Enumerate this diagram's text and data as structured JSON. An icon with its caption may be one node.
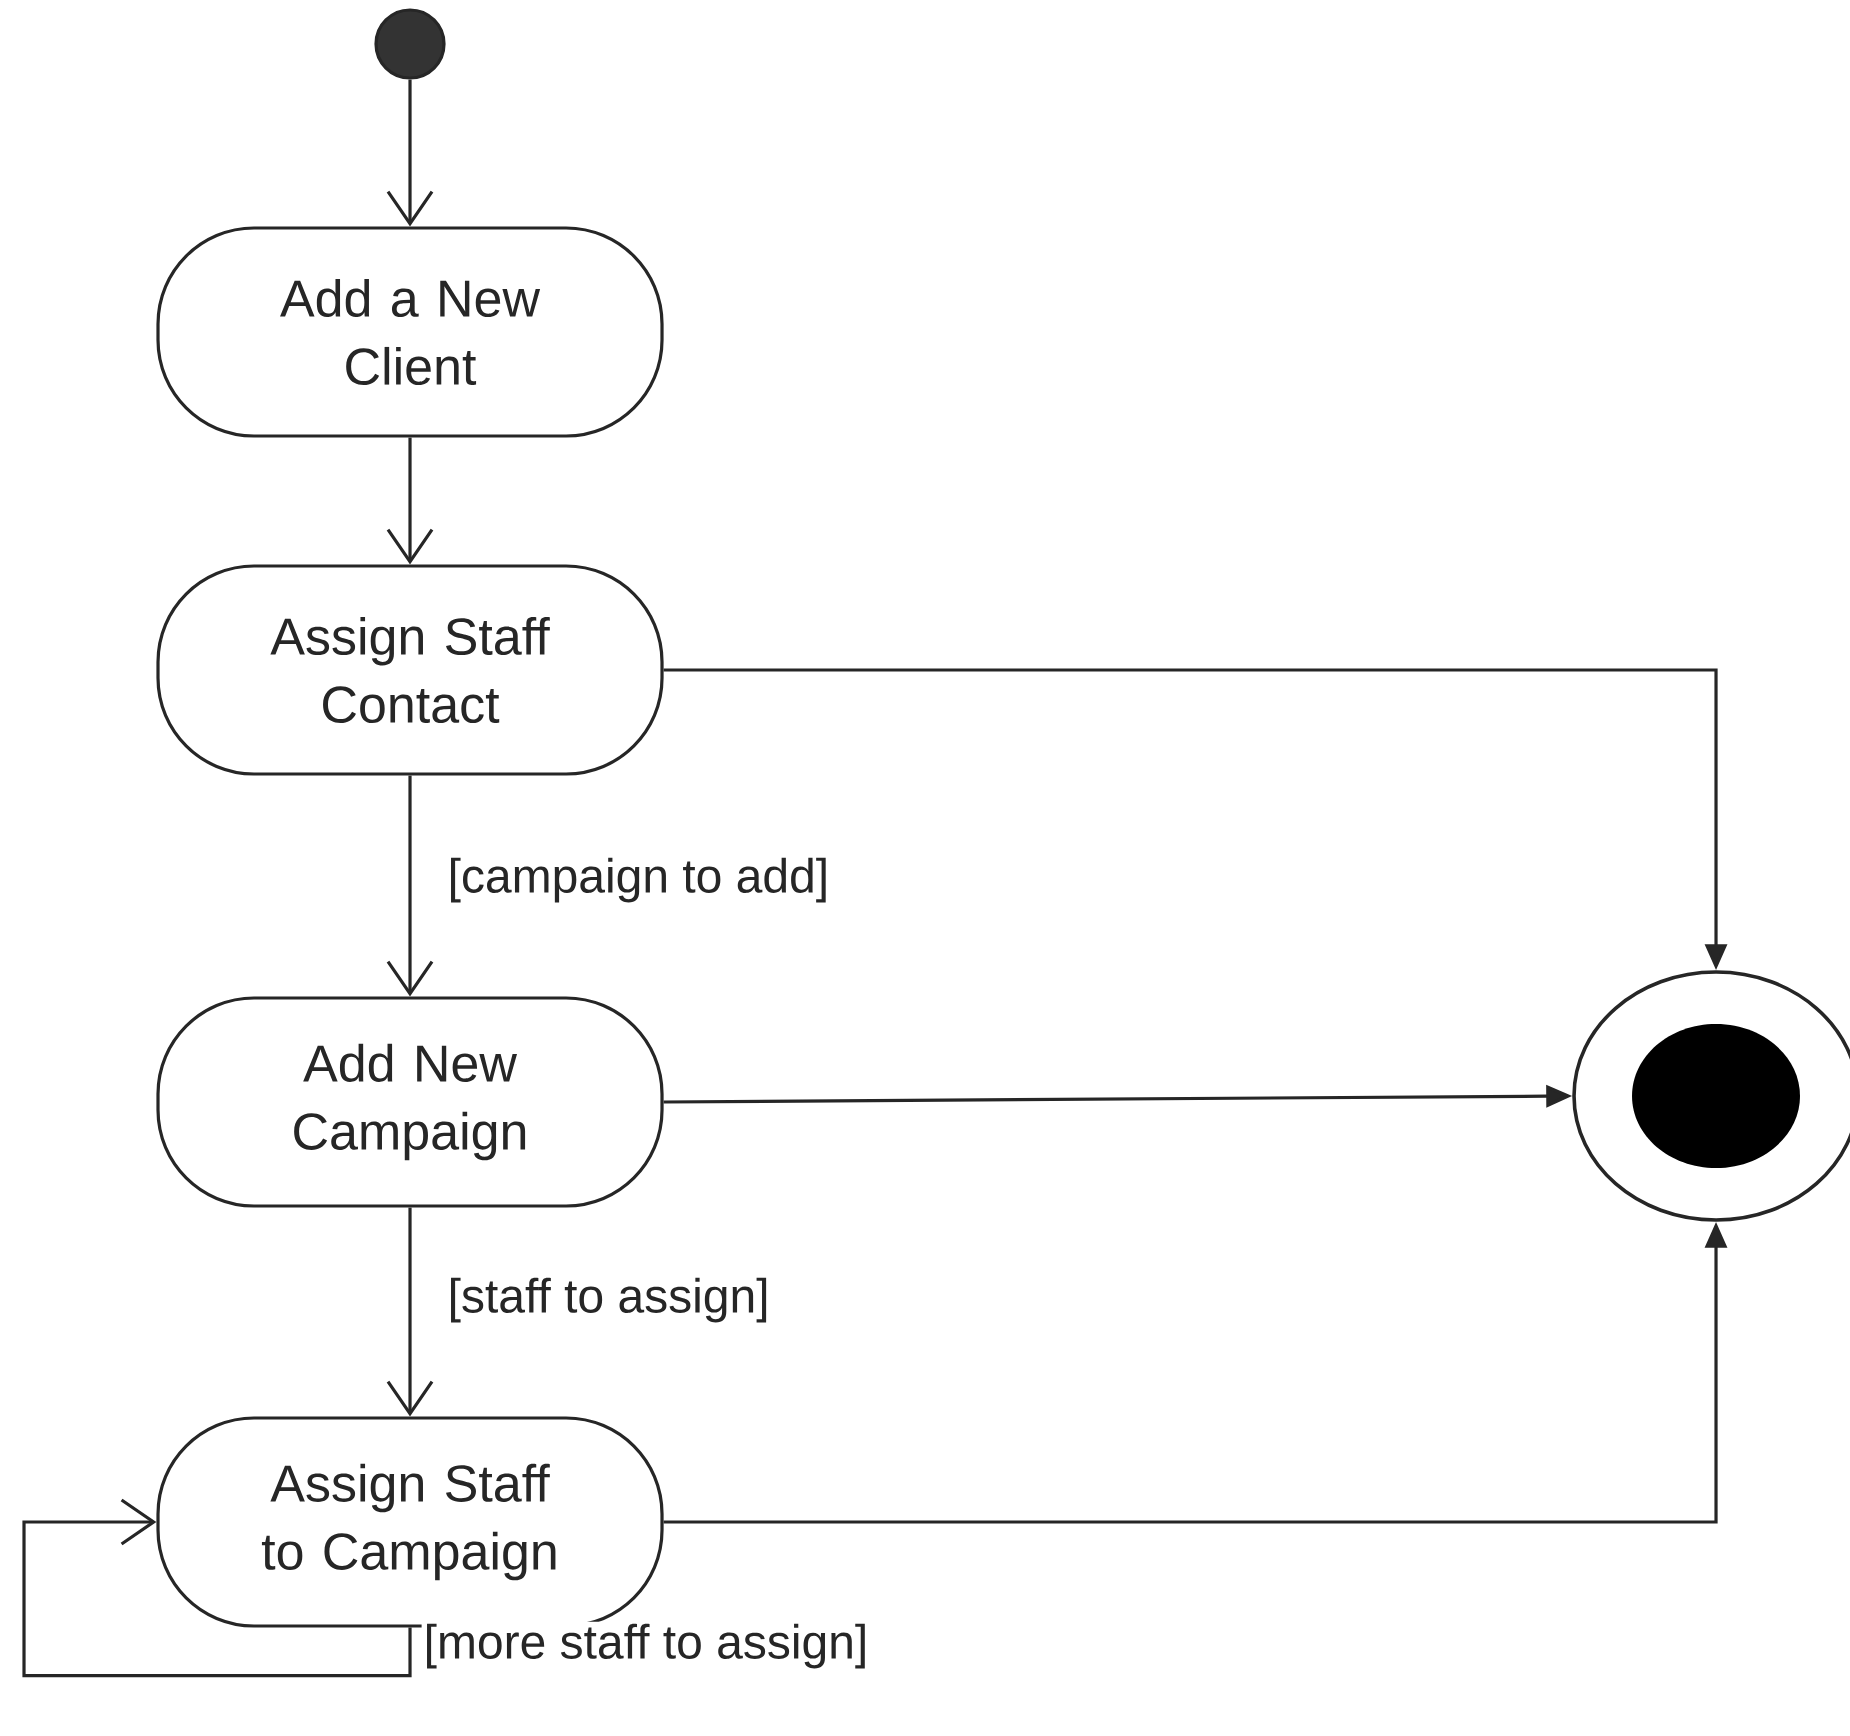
{
  "diagram": {
    "nodes": [
      {
        "text": [],
        "shape": "circle"
      },
      {
        "text": [
          "Add a New Client"
        ]
      },
      {
        "text": [
          "Assign Staff Contact"
        ]
      },
      {
        "text": [
          "Add New Campaign"
        ]
      },
      {
        "text": [
          "Assign Staff to Campaign"
        ]
      },
      {
        "text": [],
        "shape": "circle"
      }
    ],
    "edges": [
      {
        "from": 0,
        "to": 1,
        "arrow": "to"
      },
      {
        "from": 1,
        "to": 2,
        "arrow": "to"
      },
      {
        "from": 2,
        "to": 3,
        "arrow": "to",
        "label": "[campaign to add]"
      },
      {
        "from": 3,
        "to": 4,
        "arrow": "to",
        "label": "[staff to assign]"
      },
      {
        "from": 4,
        "to": 4,
        "arrow": "to",
        "label": "[more staff to assign]"
      },
      {
        "from": 2,
        "to": 5,
        "arrow": "to"
      },
      {
        "from": 3,
        "to": 5,
        "arrow": "to"
      },
      {
        "from": 4,
        "to": 5,
        "arrow": "to"
      }
    ]
  }
}
